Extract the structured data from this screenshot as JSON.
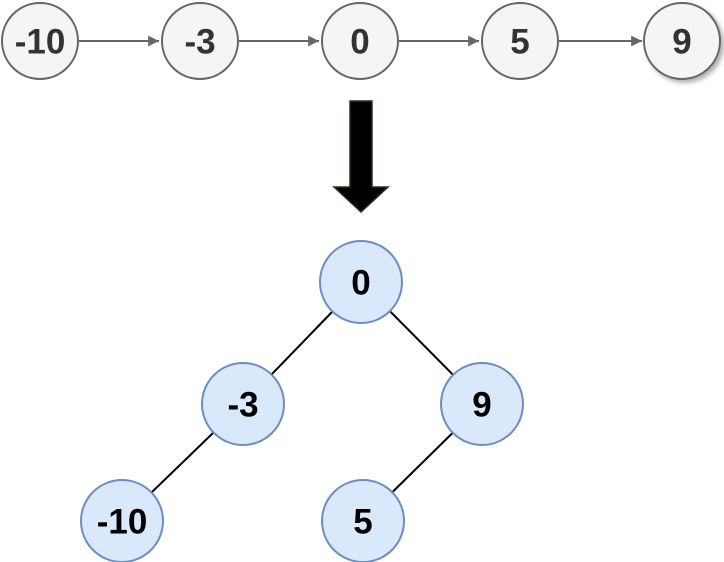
{
  "linked_list": {
    "nodes": [
      {
        "label": "-10"
      },
      {
        "label": "-3"
      },
      {
        "label": "0"
      },
      {
        "label": "5"
      },
      {
        "label": "9"
      }
    ],
    "arrow_count": 4
  },
  "transform_arrow": {
    "icon": "down-arrow"
  },
  "tree": {
    "nodes": [
      {
        "label": "0",
        "level": 0
      },
      {
        "label": "-3",
        "level": 1,
        "parent": "0",
        "side": "left"
      },
      {
        "label": "9",
        "level": 1,
        "parent": "0",
        "side": "right"
      },
      {
        "label": "-10",
        "level": 2,
        "parent": "-3",
        "side": "left"
      },
      {
        "label": "5",
        "level": 2,
        "parent": "9",
        "side": "left"
      }
    ],
    "edges": [
      [
        "0",
        "-3"
      ],
      [
        "0",
        "9"
      ],
      [
        "-3",
        "-10"
      ],
      [
        "9",
        "5"
      ]
    ]
  },
  "colors": {
    "background": "#ffffff",
    "list_node_fill": "#f5f5f5",
    "list_node_border": "#666666",
    "list_text": "#333333",
    "list_arrow": "#666666",
    "tree_node_fill": "#dae8fc",
    "tree_node_border": "#6c8ebf",
    "tree_text": "#000000",
    "tree_edge": "#000000",
    "transform_arrow": "#000000"
  }
}
